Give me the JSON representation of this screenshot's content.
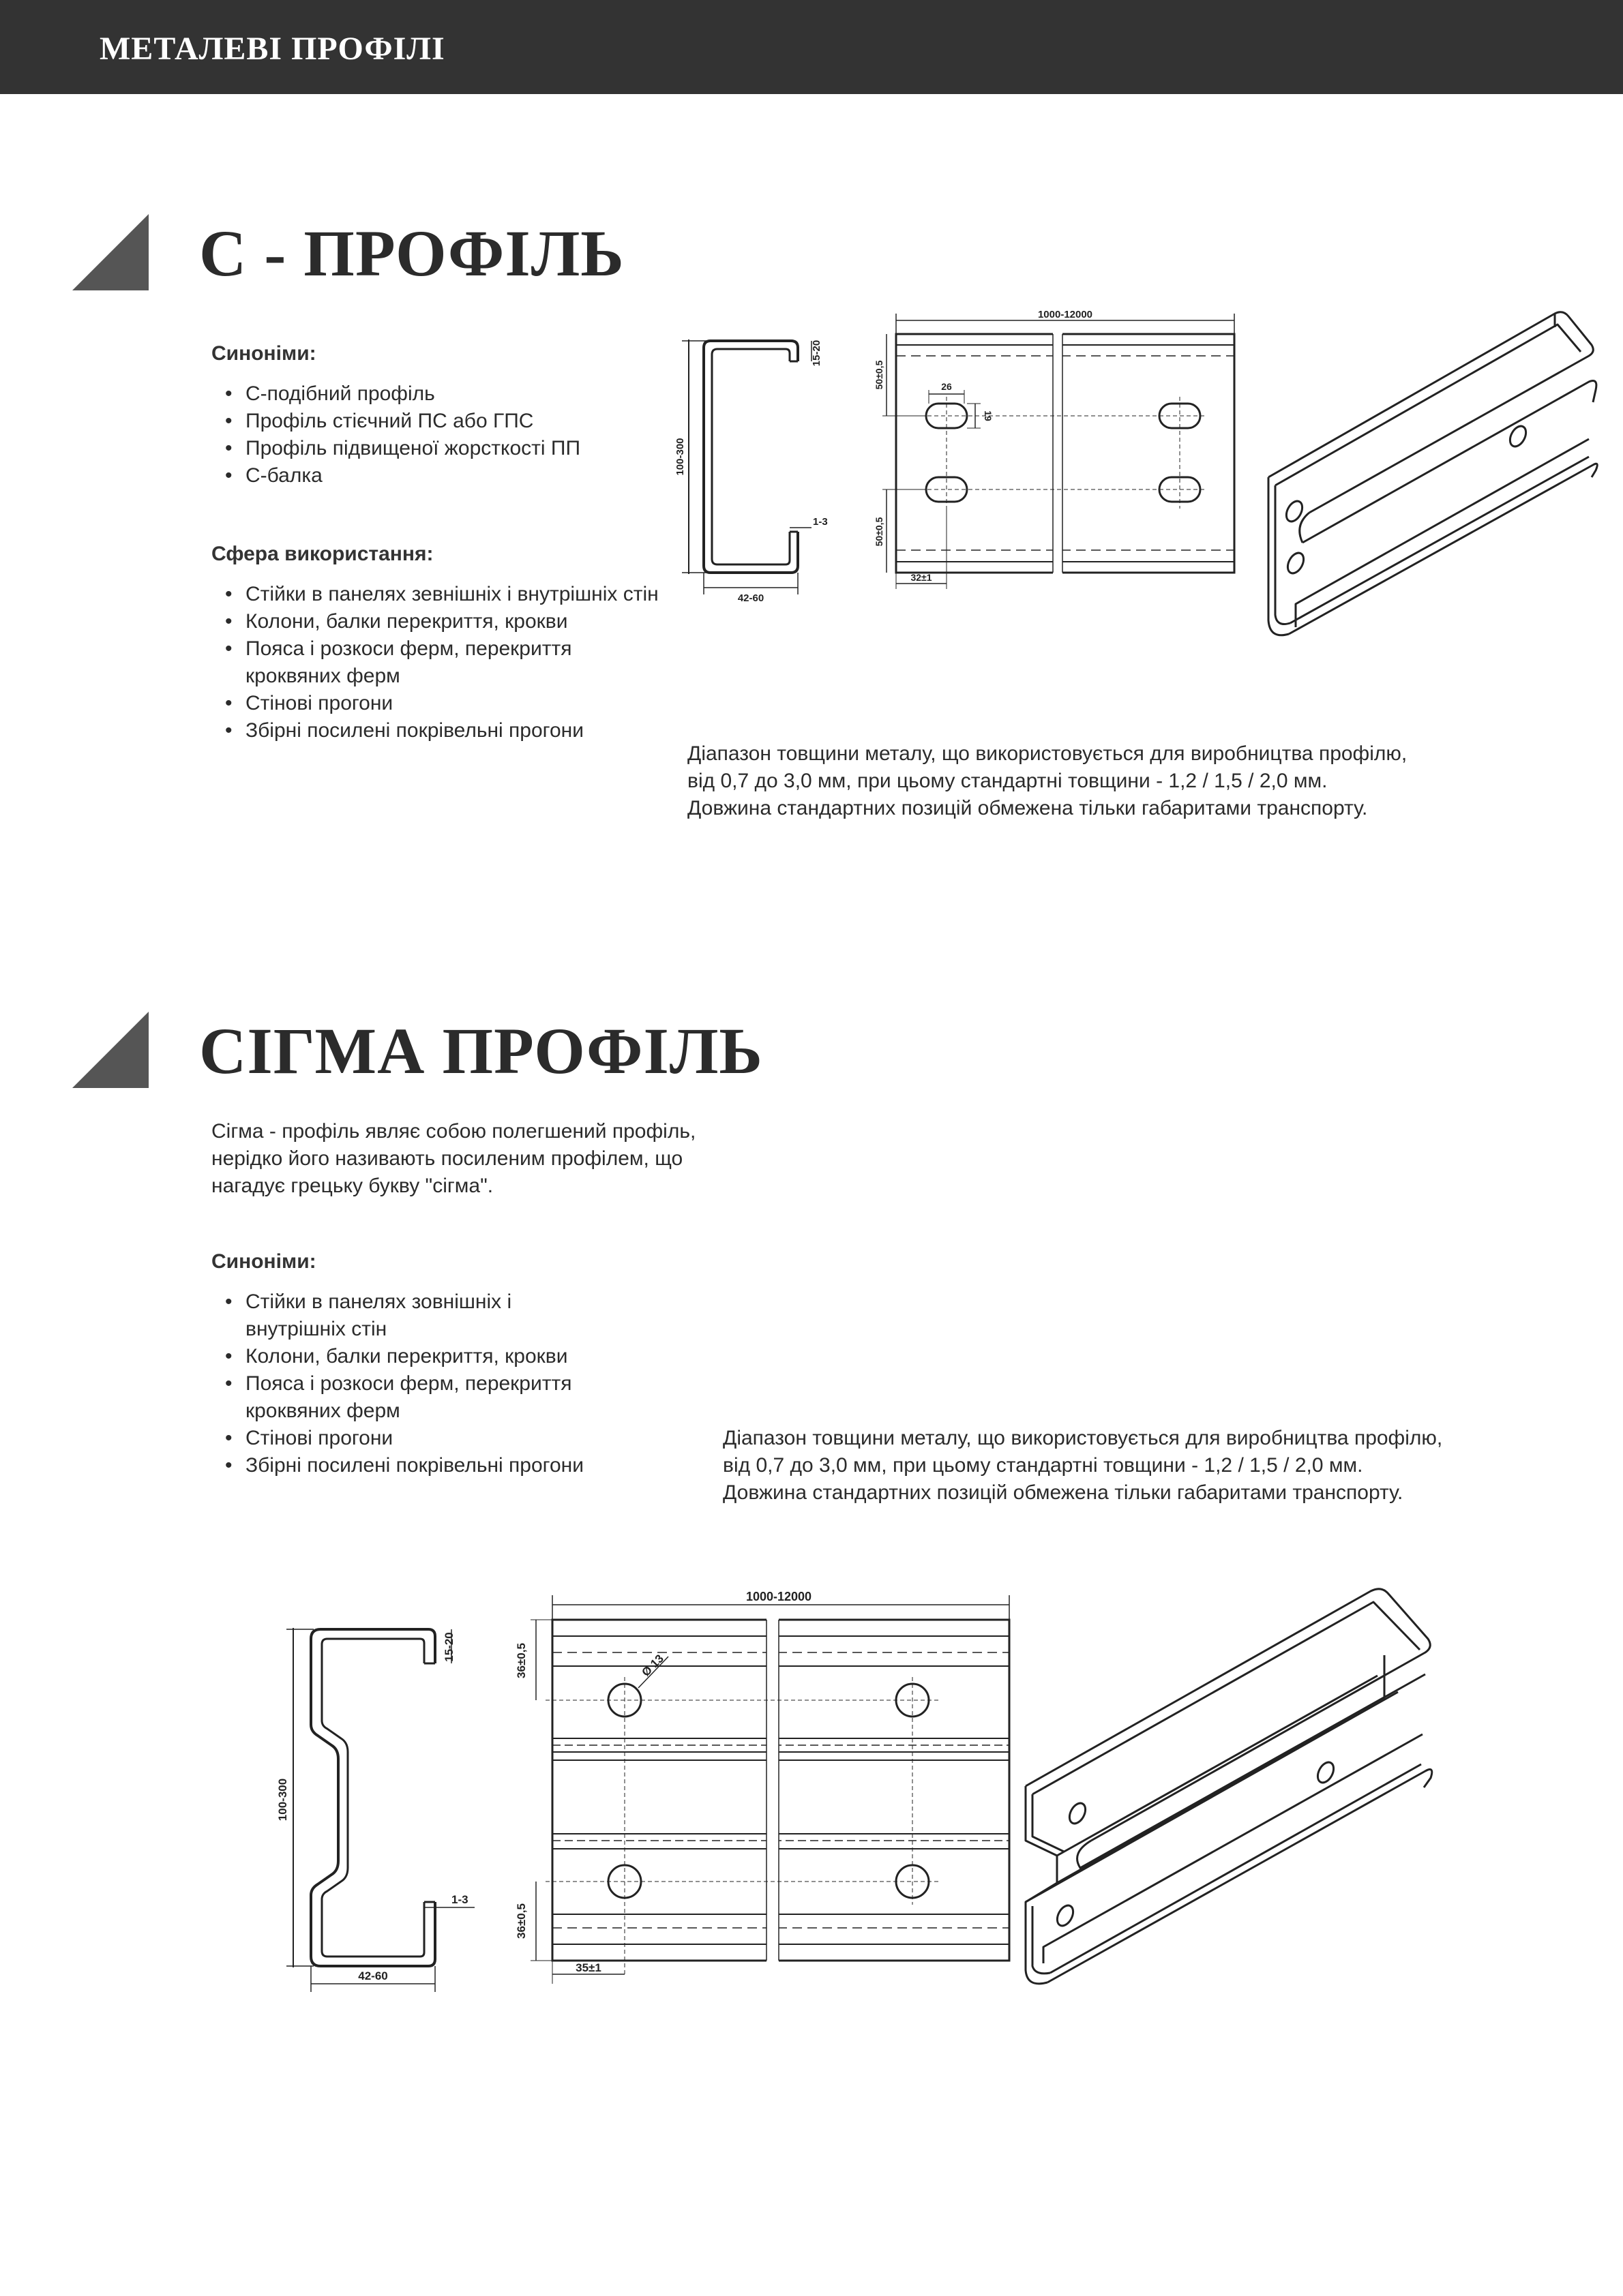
{
  "header": {
    "title": "МЕТАЛЕВІ ПРОФІЛІ"
  },
  "c_profile": {
    "title": "C - ПРОФІЛЬ",
    "synonyms_heading": "Синоніми:",
    "synonyms": [
      "C-подібний профіль",
      "Профіль стієчний ПС або ГПС",
      "Профіль підвищеної жорсткості ПП",
      "C-балка"
    ],
    "usage_heading": "Сфера використання:",
    "usage": [
      "Стійки в панелях зевнішніх і внутрішніх стін",
      "Колони, балки перекриття, крокви",
      "Пояса і розкоси ферм, перекриття кроквяних ферм",
      "Стінові прогони",
      "Збірні посилені покрівельні прогони"
    ],
    "description": [
      "Діапазон товщини металу, що використовується для виробництва профілю,",
      "від 0,7 до 3,0 мм, при цьому стандартні товщини - 1,2 / 1,5 / 2,0 мм.",
      "Довжина стандартних позицій обмежена тільки габаритами транспорту."
    ],
    "dims": {
      "height": "100-300",
      "flange": "15-20",
      "width": "42-60",
      "thickness": "1-3",
      "length": "1000-12000",
      "hole_offset": "50±0,5",
      "slot_len": "26",
      "slot_w": "19",
      "edge": "32±1"
    }
  },
  "sigma_profile": {
    "title": "СІГМА ПРОФІЛЬ",
    "intro": [
      "Сігма - профіль являє собою полегшений профіль,",
      "нерідко його називають посиленим профілем, що",
      "нагадує грецьку букву \"сігма\"."
    ],
    "synonyms_heading": "Синоніми:",
    "synonyms": [
      "Стійки в панелях зовнішніх і внутрішніх стін",
      "Колони, балки перекриття, крокви",
      "Пояса і розкоси ферм, перекриття кроквяних ферм",
      "Стінові прогони",
      "Збірні посилені покрівельні прогони"
    ],
    "description": [
      "Діапазон товщини металу, що використовується для виробництва профілю,",
      "від 0,7 до 3,0 мм, при цьому стандартні товщини - 1,2 / 1,5 / 2,0 мм.",
      "Довжина стандартних позицій обмежена тільки габаритами транспорту."
    ],
    "dims": {
      "height": "100-300",
      "flange": "15-20",
      "width": "42-60",
      "thickness": "1-3",
      "length": "1000-12000",
      "hole_offset": "36±0,5",
      "diameter": "Ø 13",
      "edge": "35±1"
    }
  }
}
